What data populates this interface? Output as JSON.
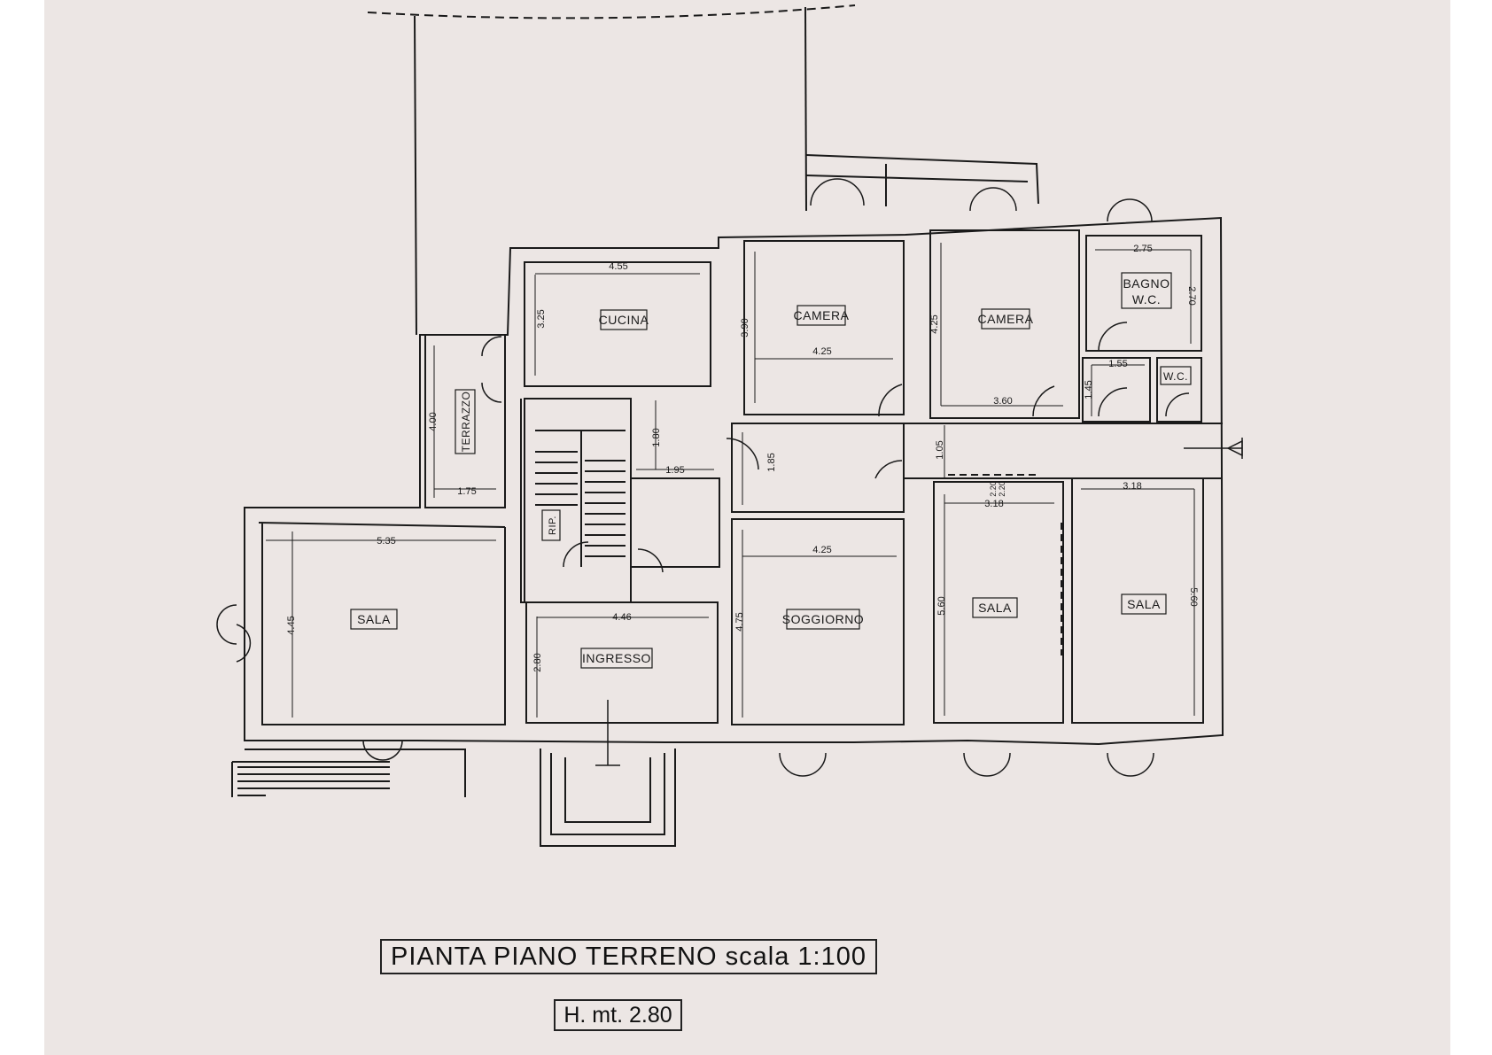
{
  "plan": {
    "title": "PIANTA PIANO TERRENO scala 1:100",
    "height_note": "H. mt. 2.80"
  },
  "rooms": {
    "cucina": "CUCINA",
    "camera_1": "CAMERA",
    "camera_2": "CAMERA",
    "bagno_line1": "BAGNO",
    "bagno_line2": "W.C.",
    "wc": "W.C.",
    "terrazzo": "TERRAZZO",
    "rip": "RIP.",
    "sala_left": "SALA",
    "ingresso": "INGRESSO",
    "soggiorno": "SOGGIORNO",
    "sala_mid": "SALA",
    "sala_right": "SALA"
  },
  "dimensions": {
    "cucina_w": "4.55",
    "cucina_h": "3.25",
    "camera1_w": "4.25",
    "camera1_h": "3.90",
    "camera2_h": "4.25",
    "camera2_w": "3.60",
    "bagno_w": "2.75",
    "bagno_h": "2.70",
    "closet_w": "1.55",
    "closet_h": "1.45",
    "terrazzo_h": "4.00",
    "terrazzo_w": "1.75",
    "stair_h": "1.80",
    "stair_w": "1.95",
    "service_h": "1.85",
    "corridor_h": "1.05",
    "sala_left_w": "5.35",
    "sala_left_h": "4.45",
    "ingresso_w": "4.46",
    "ingresso_h": "2.80",
    "soggiorno_w": "4.25",
    "soggiorno_h": "4.75",
    "sala_mid_w": "3.18",
    "sala_mid_h": "5.60",
    "sala_right_w": "3.18",
    "sala_right_h": "5.60",
    "passage_a": "2.20",
    "passage_b": "2.20"
  }
}
